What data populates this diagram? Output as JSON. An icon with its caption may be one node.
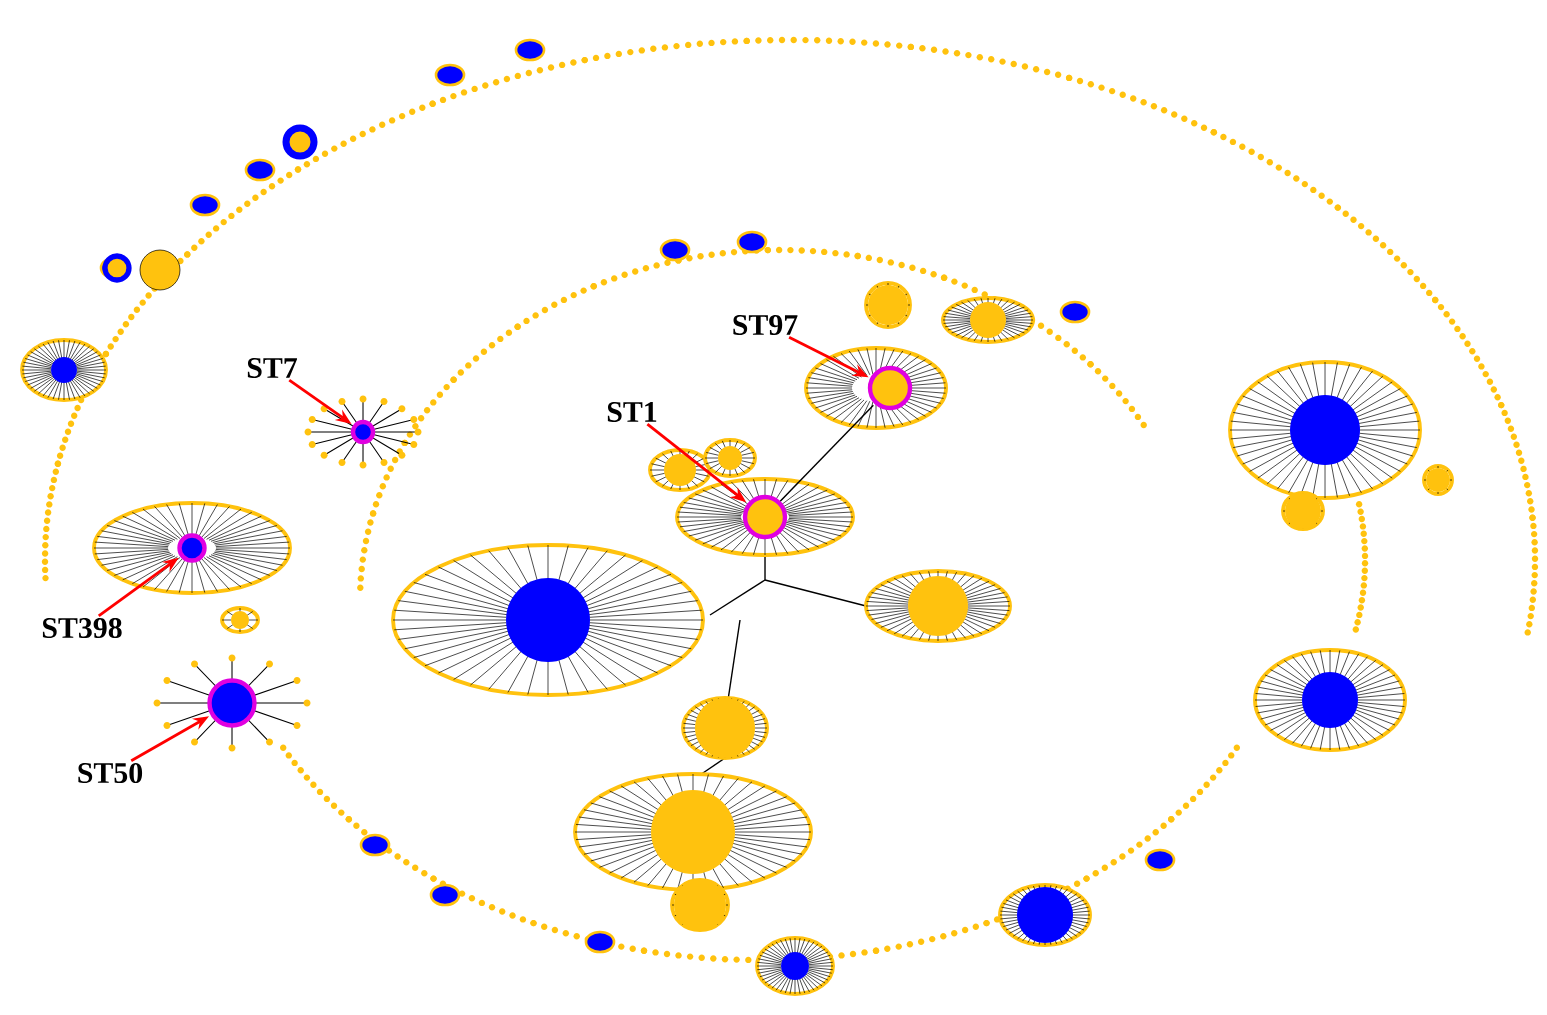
{
  "diagram": {
    "nodes": [
      {
        "text": [
          "ST97"
        ]
      },
      {
        "text": [],
        "shape": "circle"
      },
      {
        "text": [
          "ST7"
        ]
      },
      {
        "text": [],
        "shape": "circle"
      },
      {
        "text": [
          "ST1"
        ]
      },
      {
        "text": [],
        "shape": "circle"
      },
      {
        "text": [
          "ST398"
        ]
      },
      {
        "text": [],
        "shape": "circle"
      },
      {
        "text": [
          "ST50"
        ]
      },
      {
        "text": [],
        "shape": "circle"
      }
    ],
    "edges": [
      {
        "from": 0,
        "to": 1,
        "arrow": "to"
      },
      {
        "from": 2,
        "to": 3,
        "arrow": "to"
      },
      {
        "from": 4,
        "to": 5,
        "arrow": "to"
      },
      {
        "from": 6,
        "to": 7,
        "arrow": "to"
      },
      {
        "from": 8,
        "to": 9,
        "arrow": "to"
      },
      {
        "from": 5,
        "to": 1,
        "arrow": "none",
        "color": "#000000"
      }
    ]
  }
}
